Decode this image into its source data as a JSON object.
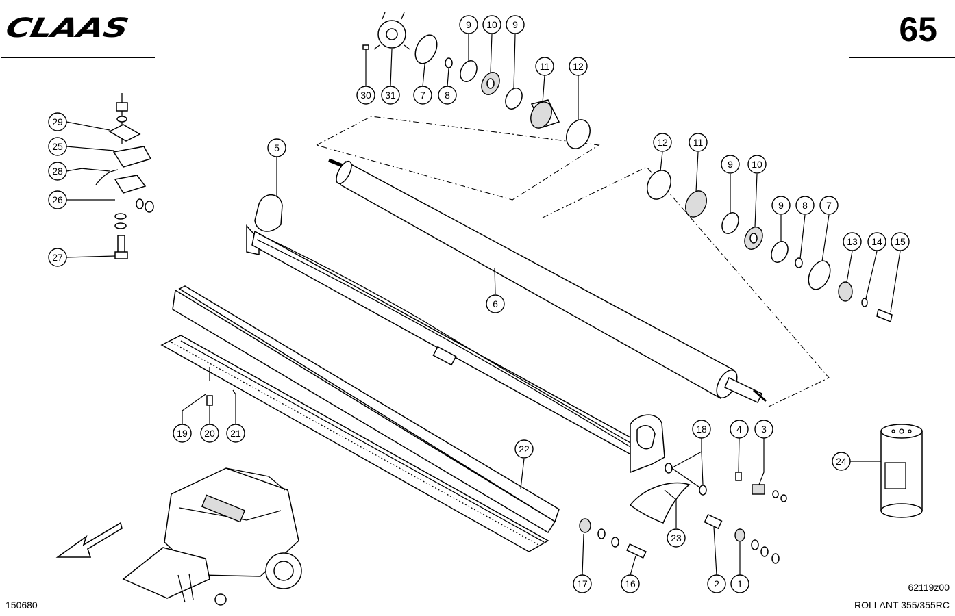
{
  "header": {
    "brand": "CLAAS",
    "page_number": "65"
  },
  "footer": {
    "left_code": "150680",
    "drawing_code": "62119z00",
    "model": "ROLLANT 355/355RC"
  },
  "callouts": [
    "1",
    "2",
    "3",
    "4",
    "5",
    "6",
    "7",
    "8",
    "9",
    "10",
    "11",
    "12",
    "13",
    "14",
    "15",
    "16",
    "17",
    "18",
    "19",
    "20",
    "21",
    "22",
    "23",
    "24",
    "25",
    "26",
    "27",
    "28",
    "29",
    "30",
    "31"
  ]
}
